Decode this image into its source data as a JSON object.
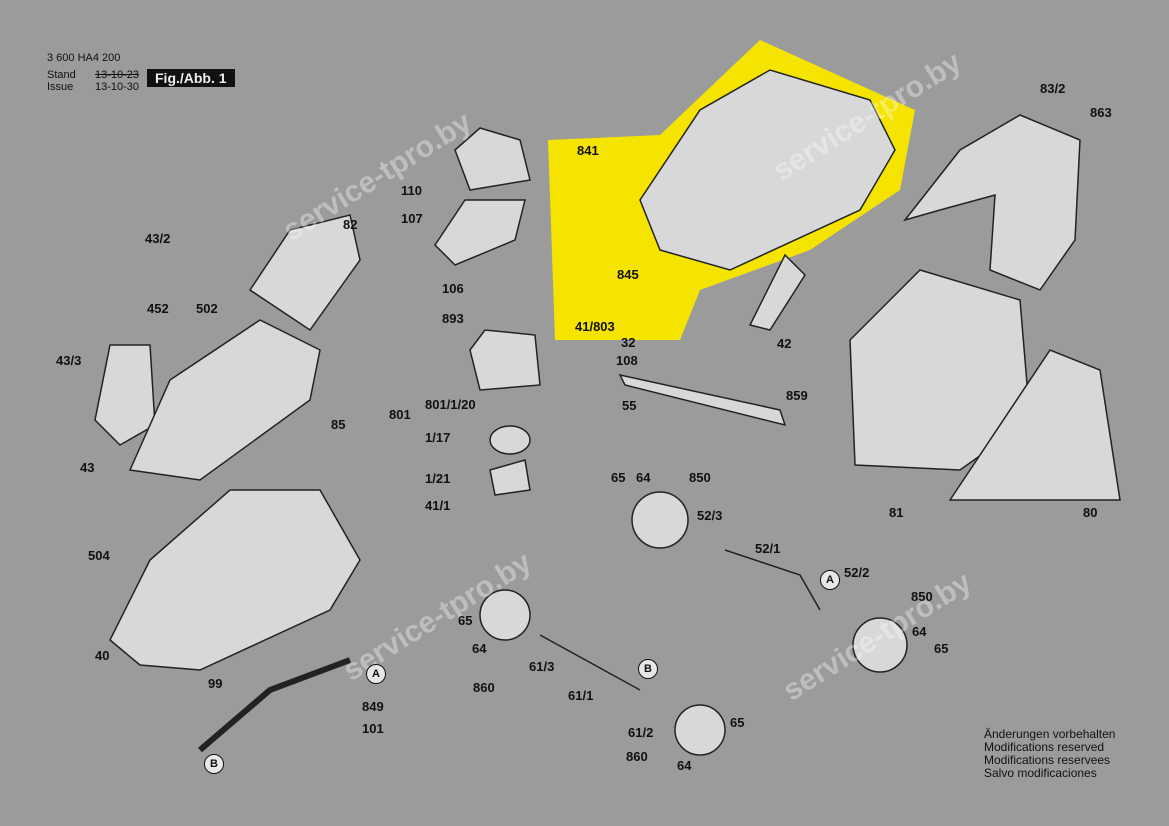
{
  "header": {
    "part_number": "3 600 HA4 200",
    "stand_label": "Stand",
    "issue_label": "Issue",
    "stand_date": "13-10-23",
    "issue_date": "13-10-30",
    "figure": "Fig./Abb. 1"
  },
  "notes": [
    "Änderungen vorbehalten",
    "Modifications reserved",
    "Modifications reservees",
    "Salvo modificaciones"
  ],
  "watermark": "service-tpro.by",
  "highlight_color": "#f5e400",
  "labels": [
    "841",
    "845",
    "41/803",
    "110",
    "107",
    "82",
    "43/2",
    "452",
    "502",
    "43/3",
    "106",
    "893",
    "801",
    "801/1/20",
    "1/17",
    "1/21",
    "41/1",
    "85",
    "43",
    "504",
    "40",
    "99",
    "849",
    "101",
    "A",
    "B",
    "32",
    "108",
    "42",
    "55",
    "859",
    "65",
    "64",
    "850",
    "52/3",
    "52/1",
    "52/2",
    "A",
    "65",
    "64",
    "860",
    "61/3",
    "61/1",
    "B",
    "61/2",
    "860",
    "64",
    "65",
    "850",
    "64",
    "65",
    "83/2",
    "863",
    "81",
    "80"
  ]
}
